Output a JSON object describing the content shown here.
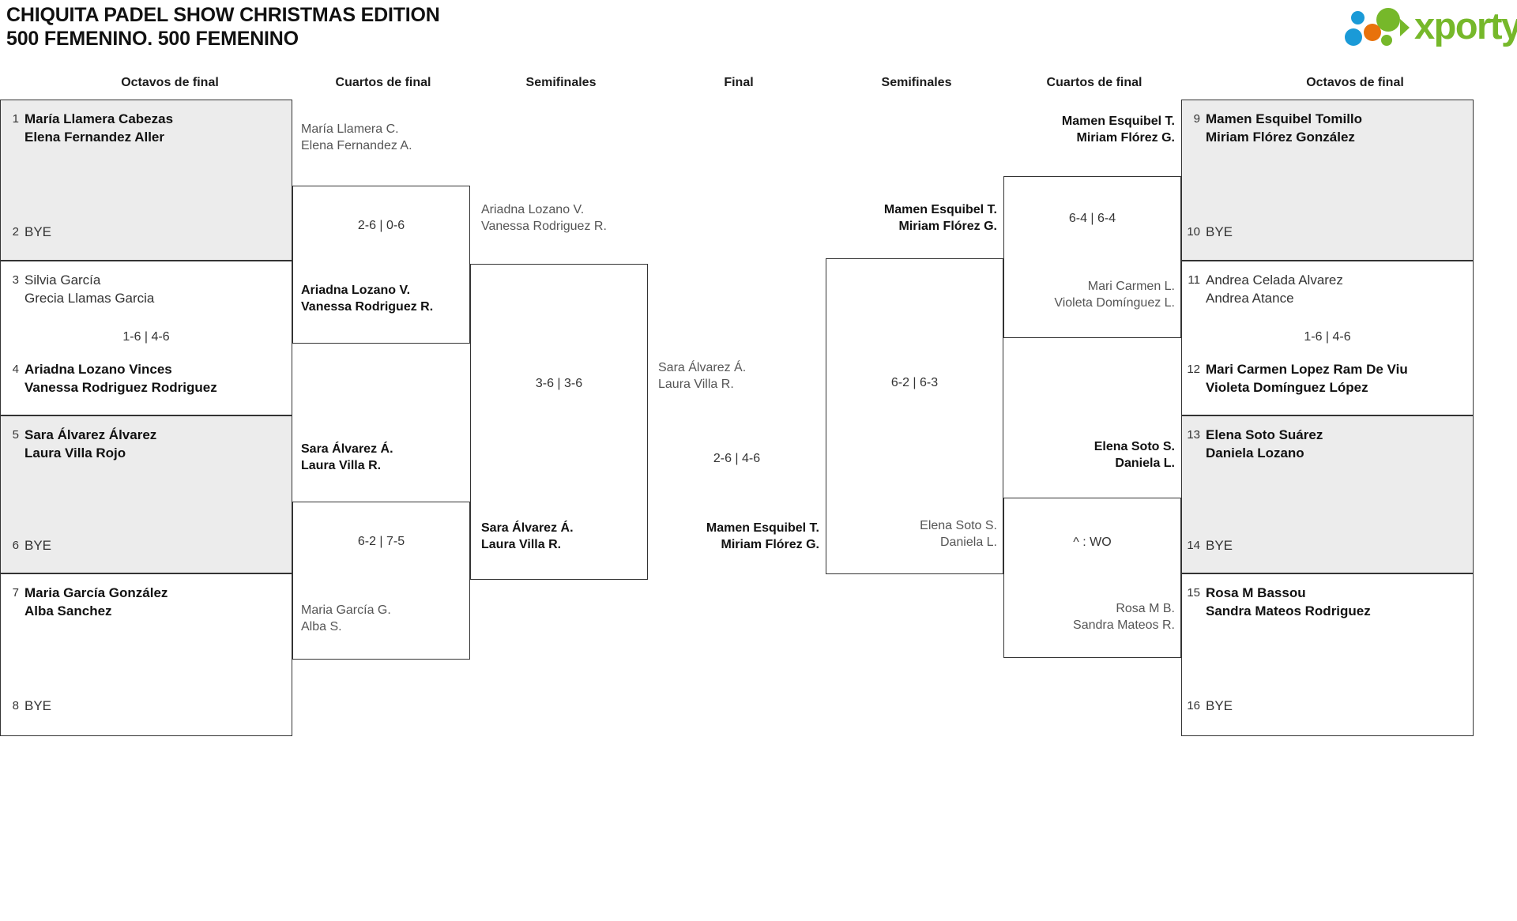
{
  "header": {
    "title_line1": "CHIQUITA PADEL SHOW CHRISTMAS EDITION",
    "title_line2": "500 FEMENINO. 500 FEMENINO",
    "logo_text": "xporty",
    "logo_colors": {
      "green": "#76b82a",
      "blue": "#1a9ad7",
      "orange": "#e8720c"
    }
  },
  "round_headers": {
    "left_r16": "Octavos de final",
    "left_qf": "Cuartos de final",
    "left_sf": "Semifinales",
    "final": "Final",
    "right_sf": "Semifinales",
    "right_qf": "Cuartos de final",
    "right_r16": "Octavos de final"
  },
  "bracket": {
    "left_seeds": [
      {
        "num": "1",
        "line1": "María Llamera Cabezas",
        "line2": "Elena Fernandez Aller",
        "winner": true,
        "bye": false,
        "shaded": true
      },
      {
        "num": "2",
        "line1": "BYE",
        "line2": "",
        "winner": false,
        "bye": true,
        "shaded": true
      },
      {
        "num": "3",
        "line1": "Silvia García",
        "line2": "Grecia Llamas Garcia",
        "winner": false,
        "bye": false,
        "shaded": false
      },
      {
        "num": "4",
        "line1": "Ariadna Lozano Vinces",
        "line2": "Vanessa Rodriguez Rodriguez",
        "winner": true,
        "bye": false,
        "shaded": false
      },
      {
        "num": "5",
        "line1": "Sara Álvarez Álvarez",
        "line2": "Laura Villa Rojo",
        "winner": true,
        "bye": false,
        "shaded": true
      },
      {
        "num": "6",
        "line1": "BYE",
        "line2": "",
        "winner": false,
        "bye": true,
        "shaded": true
      },
      {
        "num": "7",
        "line1": "Maria García González",
        "line2": "Alba Sanchez",
        "winner": true,
        "bye": false,
        "shaded": false
      },
      {
        "num": "8",
        "line1": "BYE",
        "line2": "",
        "winner": false,
        "bye": true,
        "shaded": false
      }
    ],
    "right_seeds": [
      {
        "num": "9",
        "line1": "Mamen Esquibel Tomillo",
        "line2": "Miriam Flórez González",
        "winner": true,
        "bye": false,
        "shaded": true
      },
      {
        "num": "10",
        "line1": "BYE",
        "line2": "",
        "winner": false,
        "bye": true,
        "shaded": true
      },
      {
        "num": "11",
        "line1": "Andrea Celada Alvarez",
        "line2": "Andrea Atance",
        "winner": false,
        "bye": false,
        "shaded": false
      },
      {
        "num": "12",
        "line1": "Mari Carmen Lopez Ram De Viu",
        "line2": "Violeta Domínguez López",
        "winner": true,
        "bye": false,
        "shaded": false
      },
      {
        "num": "13",
        "line1": "Elena Soto Suárez",
        "line2": "Daniela Lozano",
        "winner": true,
        "bye": false,
        "shaded": true
      },
      {
        "num": "14",
        "line1": "BYE",
        "line2": "",
        "winner": false,
        "bye": true,
        "shaded": true
      },
      {
        "num": "15",
        "line1": "Rosa M Bassou",
        "line2": "Sandra Mateos Rodriguez",
        "winner": true,
        "bye": false,
        "shaded": false
      },
      {
        "num": "16",
        "line1": "BYE",
        "line2": "",
        "winner": false,
        "bye": true,
        "shaded": false
      }
    ],
    "left_qf": [
      {
        "score": "2-6 | 0-6",
        "top": {
          "line1": "María Llamera C.",
          "line2": "Elena Fernandez A.",
          "winner": false
        },
        "bottom": {
          "line1": "Ariadna Lozano V.",
          "line2": "Vanessa Rodriguez R.",
          "winner": true
        }
      },
      {
        "score": "6-2 | 7-5",
        "top": {
          "line1": "Sara Álvarez Á.",
          "line2": "Laura Villa R.",
          "winner": true
        },
        "bottom": {
          "line1": "Maria García G.",
          "line2": "Alba S.",
          "winner": false
        }
      }
    ],
    "left_sf": [
      {
        "score": "3-6 | 3-6",
        "top": {
          "line1": "Ariadna Lozano V.",
          "line2": "Vanessa Rodriguez R.",
          "winner": false
        },
        "bottom": {
          "line1": "Sara Álvarez Á.",
          "line2": "Laura Villa R.",
          "winner": true
        }
      }
    ],
    "right_qf": [
      {
        "score": "6-4 | 6-4",
        "top": {
          "line1": "Mamen Esquibel T.",
          "line2": "Miriam Flórez G.",
          "winner": true
        },
        "bottom": {
          "line1": "Mari Carmen L.",
          "line2": "Violeta Domínguez L.",
          "winner": false
        }
      },
      {
        "score": "^ : WO",
        "top": {
          "line1": "Elena Soto S.",
          "line2": "Daniela L.",
          "winner": true
        },
        "bottom": {
          "line1": "Rosa M B.",
          "line2": "Sandra Mateos R.",
          "winner": false
        }
      }
    ],
    "right_sf": [
      {
        "score": "6-2 | 6-3",
        "top": {
          "line1": "Mamen Esquibel T.",
          "line2": "Miriam Flórez G.",
          "winner": true
        },
        "bottom": {
          "line1": "Elena Soto S.",
          "line2": "Daniela L.",
          "winner": false
        }
      }
    ],
    "final": {
      "score": "2-6 | 4-6",
      "left_player": {
        "line1": "Sara Álvarez Á.",
        "line2": "Laura Villa R.",
        "winner": false
      },
      "right_player": {
        "line1": "Mamen Esquibel T.",
        "line2": "Miriam Flórez G.",
        "winner": true
      }
    }
  }
}
